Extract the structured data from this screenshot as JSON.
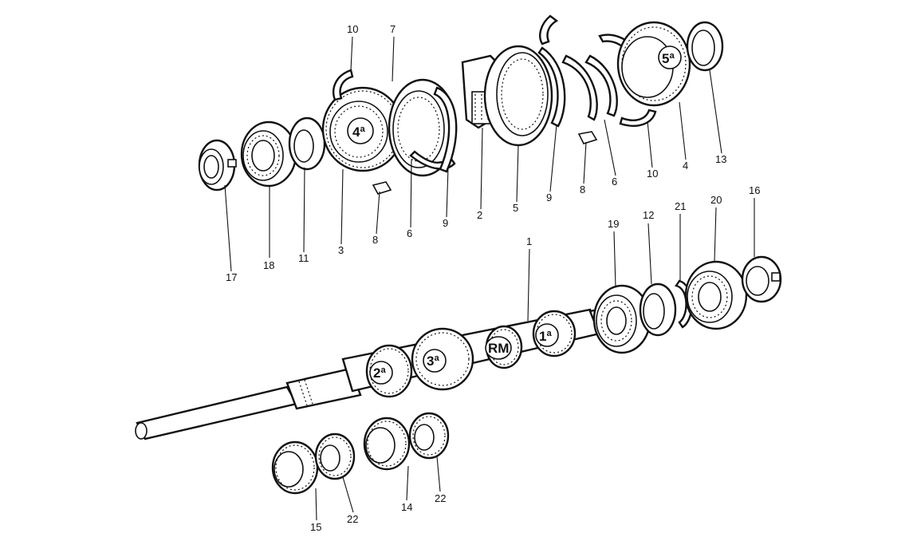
{
  "callouts": {
    "c10a": "10",
    "c7": "7",
    "c17": "17",
    "c18": "18",
    "c11": "11",
    "c3": "3",
    "c8a": "8",
    "c6a": "6",
    "c9a": "9",
    "c2": "2",
    "c5": "5",
    "c9b": "9",
    "c8b": "8",
    "c6b": "6",
    "c10b": "10",
    "c4": "4",
    "c13": "13",
    "c1": "1",
    "c19": "19",
    "c12": "12",
    "c21": "21",
    "c20": "20",
    "c16": "16",
    "c15": "15",
    "c22a": "22",
    "c14": "14",
    "c22b": "22"
  },
  "gear_labels": {
    "g4": "4ª",
    "g5": "5ª",
    "g2": "2ª",
    "g3": "3ª",
    "grm": "RM",
    "g1": "1ª"
  }
}
